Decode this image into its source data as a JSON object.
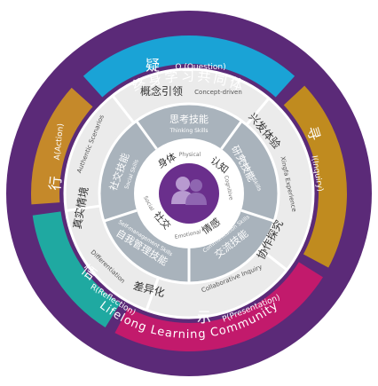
{
  "outer_ring": {
    "top_label": "终身学习共同体",
    "bottom_label": "Lifelong Learning Community"
  },
  "stages": [
    {
      "id": "question",
      "char": "疑",
      "english": "Q (Question)",
      "color": "#1aa3d6"
    },
    {
      "id": "inquiry",
      "char": "寻",
      "english": "I(Inquiry)",
      "color": "#c08b1f"
    },
    {
      "id": "presentation",
      "char": "示",
      "english": "P(Presentation)",
      "color": "#c21a6c"
    },
    {
      "id": "reflection",
      "char": "悟",
      "english": "R(Reflection)",
      "color": "#1fa9a1"
    },
    {
      "id": "action",
      "char": "行",
      "english": "A(Action)",
      "color": "#c5892a"
    }
  ],
  "approaches": [
    {
      "id": "concept",
      "cn": "概念引领",
      "en": "Concept-driven"
    },
    {
      "id": "xingfa",
      "cn": "兴发体验",
      "en": "Xingfa Experience"
    },
    {
      "id": "collab",
      "cn": "协作探究",
      "en": "Collaborative Inquiry"
    },
    {
      "id": "diff",
      "cn": "差异化",
      "en": "Differentiation"
    },
    {
      "id": "authentic",
      "cn": "真实情境",
      "en": "Authentic Scenarios"
    }
  ],
  "skills": [
    {
      "id": "thinking",
      "cn": "思考技能",
      "en": "Thinking Skills"
    },
    {
      "id": "research",
      "cn": "研究技能",
      "en": "Research Skills"
    },
    {
      "id": "communication",
      "cn": "交流技能",
      "en": "Communication Skills"
    },
    {
      "id": "selfmgmt",
      "cn": "自我管理技能",
      "en": "Self-management Skills"
    },
    {
      "id": "social",
      "cn": "社交技能",
      "en": "Social Skills"
    }
  ],
  "domains": [
    {
      "id": "physical",
      "cn": "身体",
      "en": "Physical"
    },
    {
      "id": "cognitive",
      "cn": "认知",
      "en": "Cognitive"
    },
    {
      "id": "emotional",
      "cn": "情感",
      "en": "Emotional"
    },
    {
      "id": "social",
      "cn": "社交",
      "en": "Social"
    }
  ],
  "colors": {
    "outer": "#5b2a78",
    "approach_ring": "#e9e9e9",
    "skill_ring": "#aab4bd",
    "domain_ring": "#ffffff",
    "center": "#6a2f8c"
  },
  "center_icon": "two-heads-icon"
}
